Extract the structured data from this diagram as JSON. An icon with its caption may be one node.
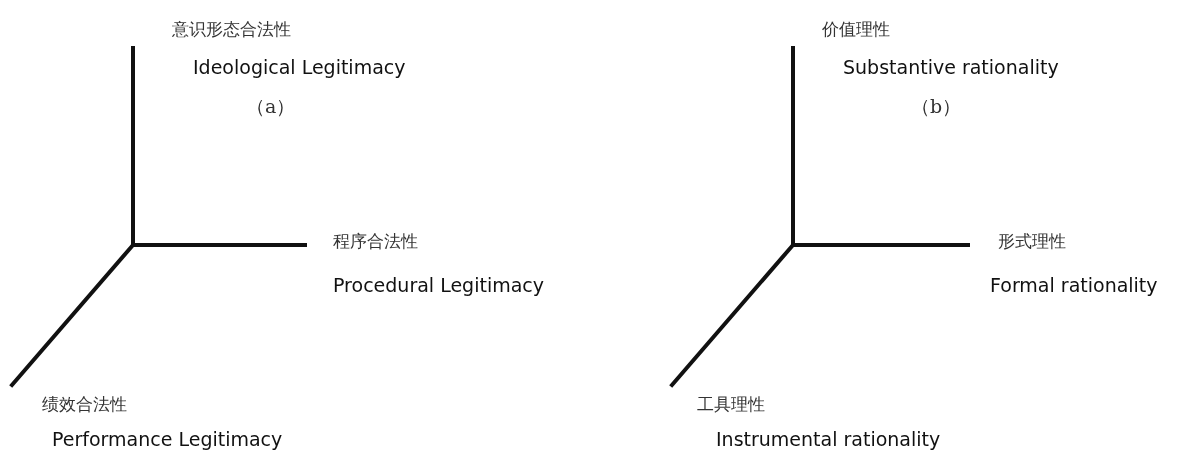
{
  "diagram": {
    "labels": [
      "意识形态合法性",
      "Ideological Legitimacy",
      "（a）",
      "程序合法性",
      "Procedural Legitimacy",
      "绩效合法性",
      "Performance Legitimacy",
      "价值理性",
      "Substantive rationality",
      "（b）",
      "形式理性",
      "Formal rationality",
      "工具理性",
      "Instrumental rationality"
    ]
  }
}
